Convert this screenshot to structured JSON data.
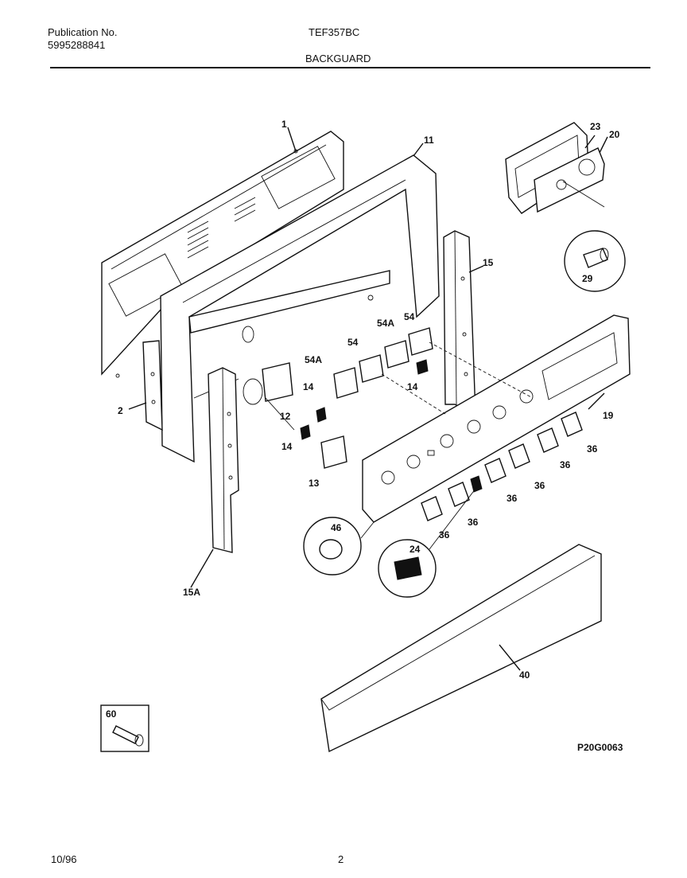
{
  "header": {
    "publication_label": "Publication No.",
    "publication_number": "5995288841",
    "model": "TEF357BC",
    "section": "BACKGUARD"
  },
  "diagram": {
    "part_labels": {
      "p1": "1",
      "p11": "11",
      "p23": "23",
      "p20": "20",
      "p29": "29",
      "p15": "15",
      "p54a_top": "54A",
      "p54_top": "54",
      "p54": "54",
      "p54a": "54A",
      "p14_upper": "14",
      "p14_right": "14",
      "p14_lower": "14",
      "p12": "12",
      "p13": "13",
      "p2": "2",
      "p19": "19",
      "p36_a": "36",
      "p36_b": "36",
      "p36_c": "36",
      "p36_d": "36",
      "p36_e": "36",
      "p36_f": "36",
      "p46": "46",
      "p24": "24",
      "p15a": "15A",
      "p40": "40",
      "p60": "60"
    },
    "drawing_code": "P20G0063"
  },
  "footer": {
    "date": "10/96",
    "page": "2"
  }
}
